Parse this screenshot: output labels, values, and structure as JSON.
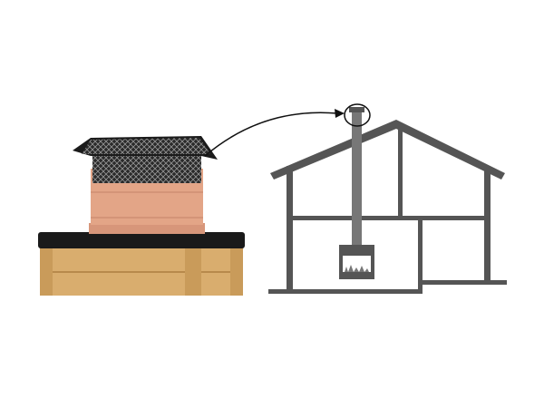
{
  "colors": {
    "house": "#555555",
    "wood": "#d9ad6e",
    "wood_dark": "#b88a4c",
    "copper": "#e3a587",
    "cap_black": "#1a1a1a",
    "arrow": "#111111",
    "background": "#ffffff"
  },
  "icons": {
    "chimney": "chimney-cap-photo",
    "house": "house-diagram",
    "arrow": "curved-arrow"
  }
}
